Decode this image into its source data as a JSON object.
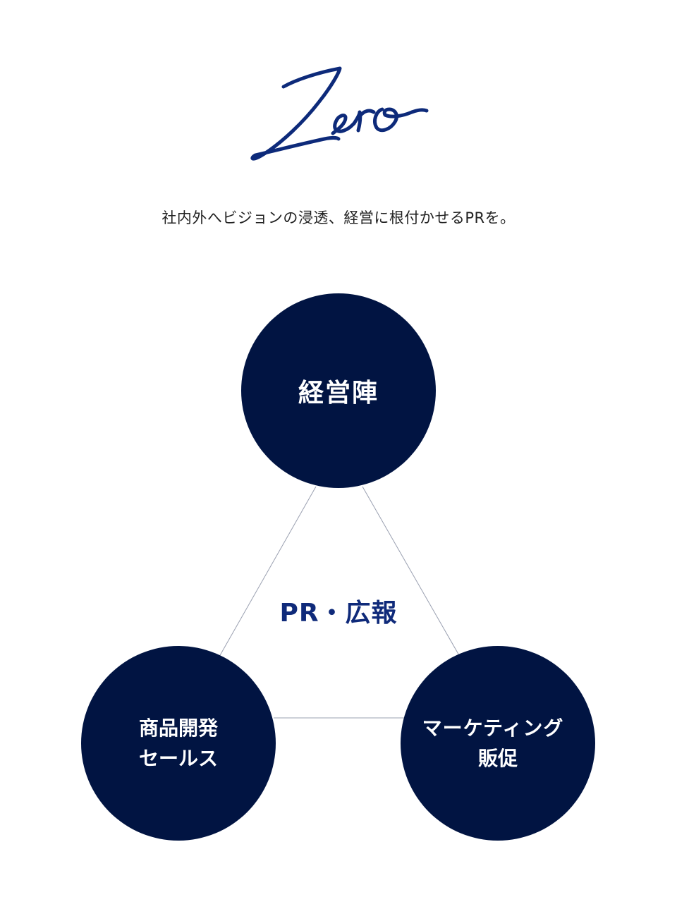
{
  "logo": {
    "wordmark": "Zero",
    "color": "#0d2a7a"
  },
  "tagline": "社内外へビジョンの浸透、経営に根付かせるPRを。",
  "diagram": {
    "center_label": "PR・広報",
    "nodes": {
      "top": {
        "label": "経営陣"
      },
      "left": {
        "line1": "商品開発",
        "line2": "セールス"
      },
      "right": {
        "line1": "マーケティング",
        "line2": "販促"
      }
    },
    "colors": {
      "node_fill": "#011442",
      "node_text": "#ffffff",
      "center_text": "#0f2a7a",
      "connector": "#9aa0b0"
    }
  }
}
